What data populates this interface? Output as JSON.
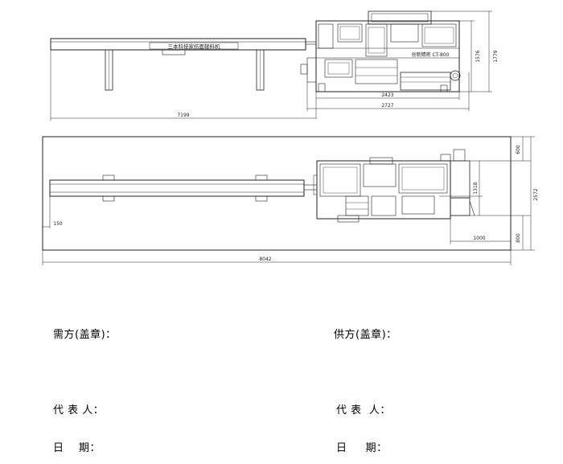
{
  "drawing": {
    "top_view": {
      "machine_plate_text": "三本科技家纺面辊料机",
      "model_text": "创新精密 CT-800",
      "dims": {
        "height_a": "1576",
        "height_b": "1779",
        "width_main": "2423",
        "width_total": "2727",
        "length_total": "7199"
      }
    },
    "plan_view": {
      "dims": {
        "left_offset": "150",
        "top_extent": "600",
        "mid_extent": "1318",
        "bottom_extent": "800",
        "total_height": "2572",
        "right_width": "1000",
        "total_length": "8042"
      }
    }
  },
  "signatures": {
    "buyer_label": "需方(盖章)：",
    "supplier_label": "供方(盖章)：",
    "rep_left": "代 表 人：",
    "rep_right": "代 表  人：",
    "date_left": "日    期：",
    "date_right": "日     期："
  }
}
